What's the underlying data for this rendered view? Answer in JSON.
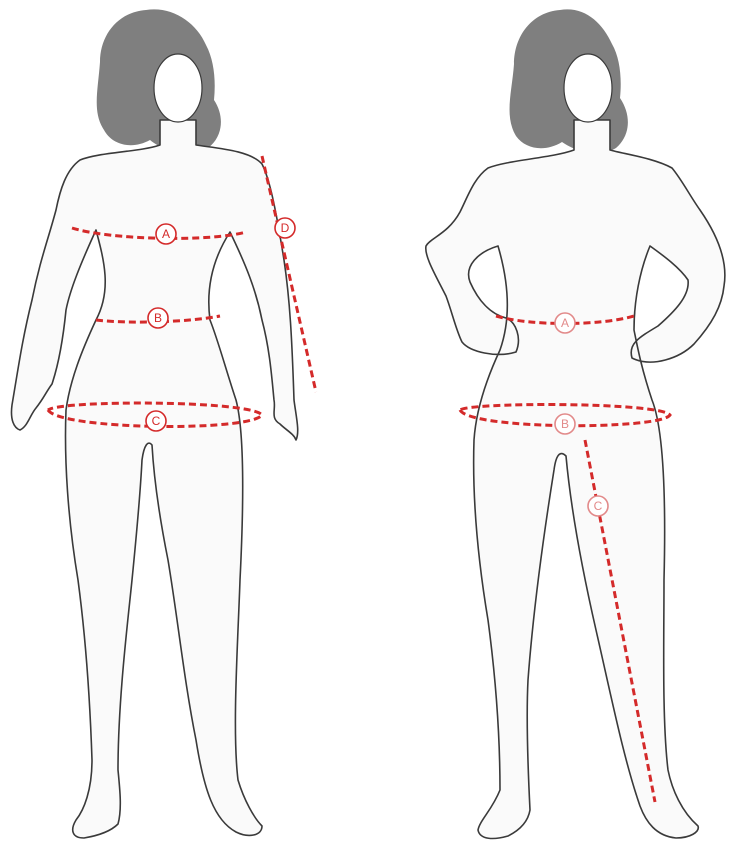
{
  "colors": {
    "measure": "#d42a2a",
    "measure_faint": "#e28a8a",
    "hair": "#7f7f7f",
    "outline": "#3a3a3a",
    "skin": "#fafafa"
  },
  "figures": [
    {
      "pose": "front-arms-down",
      "markers": [
        {
          "label": "A",
          "part": "bust"
        },
        {
          "label": "B",
          "part": "waist"
        },
        {
          "label": "C",
          "part": "hip"
        },
        {
          "label": "D",
          "part": "arm-length"
        }
      ]
    },
    {
      "pose": "front-hands-on-hips",
      "markers": [
        {
          "label": "A",
          "part": "waist"
        },
        {
          "label": "B",
          "part": "hip"
        },
        {
          "label": "C",
          "part": "inseam"
        }
      ]
    }
  ]
}
